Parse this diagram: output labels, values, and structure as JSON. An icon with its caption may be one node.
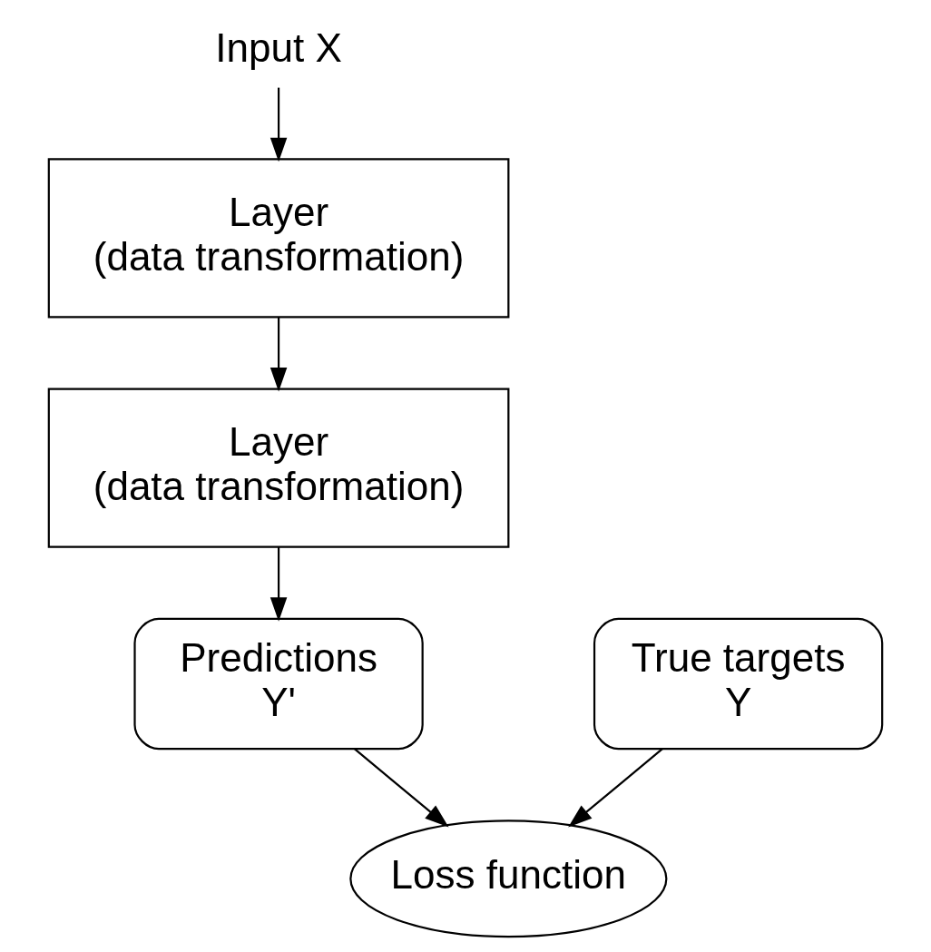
{
  "diagram": {
    "nodes": [
      {
        "text": [
          "Input X"
        ]
      },
      {
        "text": [
          "Layer",
          "(data transformation)"
        ]
      },
      {
        "text": [
          "Layer",
          "(data transformation)"
        ]
      },
      {
        "text": [
          "Predictions",
          "Y'"
        ]
      },
      {
        "text": [
          "True targets",
          "Y"
        ]
      },
      {
        "text": [
          "Loss function"
        ]
      }
    ],
    "edges": [
      {
        "from": 0,
        "to": 1,
        "arrow": "to"
      },
      {
        "from": 1,
        "to": 2,
        "arrow": "to"
      },
      {
        "from": 2,
        "to": 3,
        "arrow": "to"
      },
      {
        "from": 3,
        "to": 5,
        "arrow": "to"
      },
      {
        "from": 4,
        "to": 5,
        "arrow": "to"
      }
    ]
  }
}
